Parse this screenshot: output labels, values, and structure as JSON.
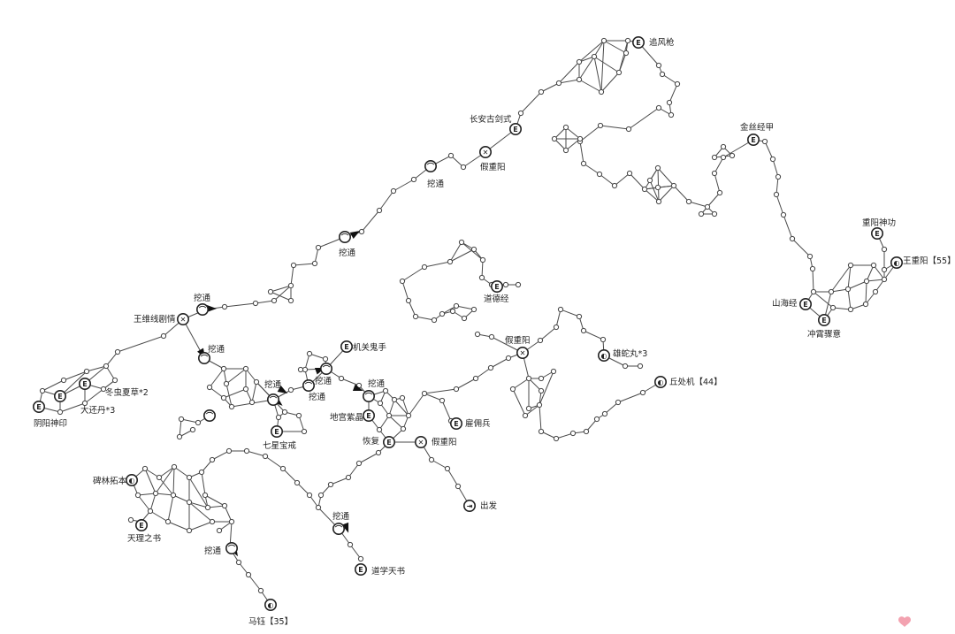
{
  "labels": {
    "zhuifengqiang": "追风枪",
    "changan": "长安古剑式",
    "jiachongyang_top": "假重阳",
    "watong_1": "挖通",
    "jinsijingjia": "金丝经甲",
    "chongyangshengong": "重阳神功",
    "wangchongyang": "王重阳【55】",
    "watong_2": "挖通",
    "shanhaijing": "山海经",
    "chongxiao": "冲霄骤意",
    "daodejing": "道德经",
    "wangweixian": "王维线剧情",
    "watong_3": "挖通",
    "jiachongyang_mid": "假重阳",
    "dongchongxiacao": "冬虫夏草*2",
    "dahuandan": "大还丹*3",
    "yinyangshenyin": "阴阳神印",
    "watong_4": "挖通",
    "jiguanguishou": "机关鬼手",
    "watong_5": "挖通",
    "watong_6": "挖通",
    "watong_7": "挖通",
    "watong_8": "挖通",
    "xiongshewan": "雄蛇丸*3",
    "qiuchuji": "丘处机【44】",
    "digongzijing": "地宫紫晶",
    "yongbing": "雇佣兵",
    "qixingbaojie": "七星宝戒",
    "huifu": "恢复",
    "jiachongyang_low": "假重阳",
    "beilintuoben": "碑林拓本",
    "chufa": "出发",
    "tianlizhishu": "天理之书",
    "watong_9": "挖通",
    "watong_10": "挖通",
    "daoxuetianshu": "道学天书",
    "mazhu": "马钰【35】"
  },
  "markers": {
    "equip_letter": "E",
    "enemy_symbol": "✕",
    "dig_symbol": "⌒",
    "npc_symbol": "◐",
    "exit_symbol": "⇥"
  },
  "colors": {
    "line": "#4a4a4a",
    "marker": "#222222",
    "heart": "#f3a2b0"
  }
}
